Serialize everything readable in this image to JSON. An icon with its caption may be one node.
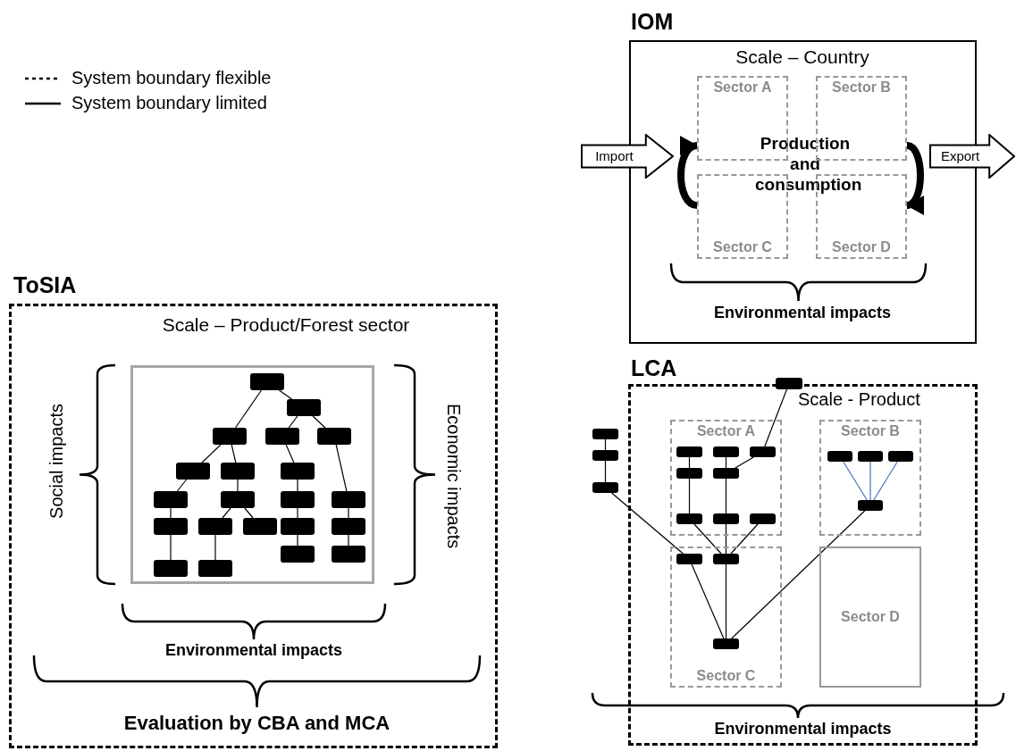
{
  "diagram": {
    "nodes": [
      {
        "text": [
          "IOM",
          "Scale – Country",
          "Production and consumption",
          "Environmental impacts"
        ]
      },
      {
        "text": [
          "Sector A"
        ],
        "in": 0
      },
      {
        "text": [
          "Sector B"
        ],
        "in": 0
      },
      {
        "text": [
          "Sector C"
        ],
        "in": 0
      },
      {
        "text": [
          "Sector D"
        ],
        "in": 0
      },
      {
        "text": [
          "Import"
        ]
      },
      {
        "text": [
          "Export"
        ]
      },
      {
        "text": [
          "ToSIA",
          "Scale – Product/Forest sector",
          "Social impacts",
          "Economic impacts",
          "Environmental impacts",
          "Evaluation by CBA and MCA"
        ]
      },
      {
        "text": [],
        "shape": "box",
        "in": 7
      },
      {
        "text": [],
        "shape": "box",
        "in": 8
      },
      {
        "text": [],
        "shape": "box",
        "in": 8
      },
      {
        "text": [],
        "shape": "box",
        "in": 8
      },
      {
        "text": [],
        "shape": "box",
        "in": 8
      },
      {
        "text": [],
        "shape": "box",
        "in": 8
      },
      {
        "text": [],
        "shape": "box",
        "in": 8
      },
      {
        "text": [],
        "shape": "box",
        "in": 8
      },
      {
        "text": [],
        "shape": "box",
        "in": 8
      },
      {
        "text": [],
        "shape": "box",
        "in": 8
      },
      {
        "text": [],
        "shape": "box",
        "in": 8
      },
      {
        "text": [],
        "shape": "box",
        "in": 8
      },
      {
        "text": [],
        "shape": "box",
        "in": 8
      },
      {
        "text": [],
        "shape": "box",
        "in": 8
      },
      {
        "text": [],
        "shape": "box",
        "in": 8
      },
      {
        "text": [],
        "shape": "box",
        "in": 8
      },
      {
        "text": [],
        "shape": "box",
        "in": 8
      },
      {
        "text": [],
        "shape": "box",
        "in": 8
      },
      {
        "text": [],
        "shape": "box",
        "in": 8
      },
      {
        "text": [],
        "shape": "box",
        "in": 8
      },
      {
        "text": [],
        "shape": "box",
        "in": 8
      },
      {
        "text": [],
        "shape": "box",
        "in": 8
      },
      {
        "text": [
          "LCA",
          "Scale - Product",
          "Environmental impacts"
        ]
      },
      {
        "text": [],
        "shape": "box"
      },
      {
        "text": [],
        "shape": "box"
      },
      {
        "text": [],
        "shape": "box"
      },
      {
        "text": [],
        "shape": "box"
      },
      {
        "text": [
          "Sector A"
        ],
        "in": 30
      },
      {
        "text": [],
        "shape": "box",
        "in": 35
      },
      {
        "text": [],
        "shape": "box",
        "in": 35
      },
      {
        "text": [],
        "shape": "box",
        "in": 35
      },
      {
        "text": [],
        "shape": "box",
        "in": 35
      },
      {
        "text": [],
        "shape": "box",
        "in": 35
      },
      {
        "text": [],
        "shape": "box",
        "in": 35
      },
      {
        "text": [],
        "shape": "box",
        "in": 35
      },
      {
        "text": [],
        "shape": "box",
        "in": 35
      },
      {
        "text": [
          "Sector B"
        ],
        "in": 30
      },
      {
        "text": [],
        "shape": "box",
        "in": 44
      },
      {
        "text": [],
        "shape": "box",
        "in": 44
      },
      {
        "text": [],
        "shape": "box",
        "in": 44
      },
      {
        "text": [],
        "shape": "box",
        "in": 44
      },
      {
        "text": [
          "Sector C"
        ],
        "in": 30
      },
      {
        "text": [],
        "shape": "box",
        "in": 49
      },
      {
        "text": [],
        "shape": "box",
        "in": 49
      },
      {
        "text": [],
        "shape": "box",
        "in": 49
      },
      {
        "text": [
          "Sector D"
        ],
        "in": 30
      }
    ],
    "edges": [
      {
        "from": 9,
        "to": 11,
        "arrow": "none"
      },
      {
        "from": 9,
        "to": 10,
        "arrow": "none"
      },
      {
        "from": 10,
        "to": 12,
        "arrow": "none"
      },
      {
        "from": 10,
        "to": 13,
        "arrow": "none"
      },
      {
        "from": 11,
        "to": 14,
        "arrow": "none"
      },
      {
        "from": 11,
        "to": 15,
        "arrow": "none"
      },
      {
        "from": 12,
        "to": 16,
        "arrow": "none"
      },
      {
        "from": 13,
        "to": 20,
        "arrow": "none"
      },
      {
        "from": 14,
        "to": 17,
        "arrow": "none"
      },
      {
        "from": 15,
        "to": 18,
        "arrow": "none"
      },
      {
        "from": 16,
        "to": 19,
        "arrow": "none"
      },
      {
        "from": 19,
        "to": 24,
        "arrow": "none"
      },
      {
        "from": 24,
        "to": 26,
        "arrow": "none"
      },
      {
        "from": 17,
        "to": 21,
        "arrow": "none"
      },
      {
        "from": 21,
        "to": 28,
        "arrow": "none"
      },
      {
        "from": 18,
        "to": 22,
        "arrow": "none"
      },
      {
        "from": 18,
        "to": 23,
        "arrow": "none"
      },
      {
        "from": 22,
        "to": 29,
        "arrow": "none"
      },
      {
        "from": 20,
        "to": 25,
        "arrow": "none"
      },
      {
        "from": 25,
        "to": 27,
        "arrow": "none"
      },
      {
        "from": 31,
        "to": 38,
        "arrow": "none"
      },
      {
        "from": 36,
        "to": 39,
        "arrow": "none"
      },
      {
        "from": 39,
        "to": 41,
        "arrow": "none"
      },
      {
        "from": 37,
        "to": 40,
        "arrow": "none"
      },
      {
        "from": 40,
        "to": 42,
        "arrow": "none"
      },
      {
        "from": 38,
        "to": 40,
        "arrow": "none"
      },
      {
        "from": 41,
        "to": 51,
        "arrow": "none"
      },
      {
        "from": 42,
        "to": 51,
        "arrow": "none"
      },
      {
        "from": 43,
        "to": 51,
        "arrow": "none"
      },
      {
        "from": 32,
        "to": 33,
        "arrow": "none"
      },
      {
        "from": 33,
        "to": 34,
        "arrow": "none"
      },
      {
        "from": 34,
        "to": 50,
        "arrow": "none"
      },
      {
        "from": 50,
        "to": 52,
        "arrow": "none"
      },
      {
        "from": 51,
        "to": 52,
        "arrow": "none"
      },
      {
        "from": 48,
        "to": 52,
        "arrow": "none"
      },
      {
        "from": 45,
        "to": 48,
        "arrow": "none",
        "color": "#4472c4"
      },
      {
        "from": 46,
        "to": 48,
        "arrow": "none",
        "color": "#4472c4"
      },
      {
        "from": 47,
        "to": 48,
        "arrow": "none",
        "color": "#4472c4"
      },
      {
        "from": 3,
        "to": 1,
        "arrow": "to",
        "style": "thick"
      },
      {
        "from": 2,
        "to": 4,
        "arrow": "to",
        "style": "thick"
      }
    ],
    "legend": [
      {
        "text": "System boundary flexible"
      },
      {
        "text": "System boundary limited"
      }
    ]
  }
}
